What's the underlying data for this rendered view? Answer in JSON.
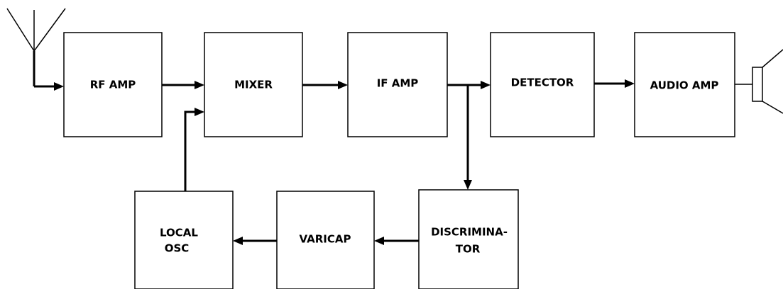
{
  "blocks": {
    "rf_amp": "RF AMP",
    "mixer": "MIXER",
    "if_amp": "IF AMP",
    "detector": "DETECTOR",
    "audio_amp": "AUDIO AMP",
    "local_osc": [
      "LOCAL",
      "OSC"
    ],
    "varicap": "VARICAP",
    "discriminator": [
      "DISCRIMINA-",
      "TOR"
    ]
  },
  "icons": {
    "antenna": "antenna-icon",
    "speaker": "speaker-icon"
  },
  "colors": {
    "line": "#000000",
    "background": "#ffffff"
  }
}
